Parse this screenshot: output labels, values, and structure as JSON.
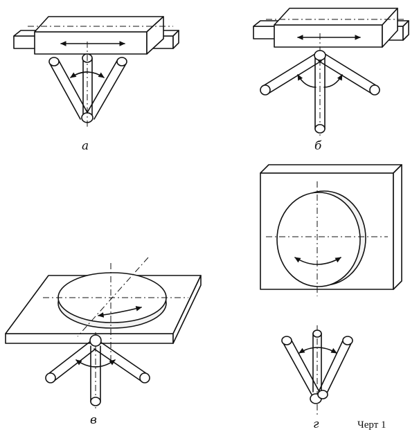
{
  "labels": {
    "a": "а",
    "b": "б",
    "v": "в",
    "g": "г",
    "caption": "Черт 1"
  }
}
